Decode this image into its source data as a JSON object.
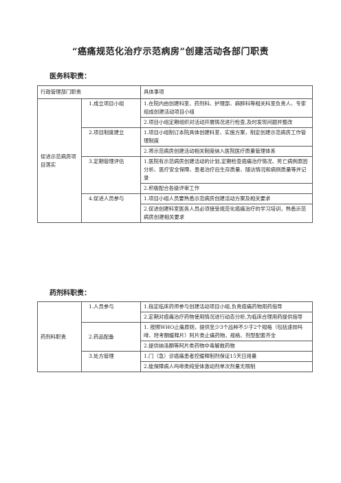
{
  "title": "“癌痛规范化治疗示范病房”创建活动各部门职责",
  "section1": "医务科职责：",
  "table1": {
    "header": [
      "行政管理部门职责",
      "具体事项"
    ],
    "dept": "促进示范病房项目落实",
    "groups": [
      {
        "task": "1.成立项目小组",
        "items": [
          "1.在院内由创建科室、药剂科、护理部、麻醉科等相关科室负责人、专家组成创建活动项目小组",
          "2.项目小组定期组织对活动开展情况进行检查,及时发现问题并整改"
        ]
      },
      {
        "task": "2.项目制度建立",
        "items": [
          "1.项目小组制订本院具体创建科室、实施方案，制定创建示范病房工作管理制度",
          "2.将示范病房创建活动相关制度纳入医院医疗质量管理体系"
        ]
      },
      {
        "task": "3.定期管理评估",
        "items": [
          "1.医院有示范病房创建活动的计划,定期检查癌痛治疗情况、死亡病例原因分析、医疗安全保障、患者治疗后生存质量、随访情况和病例质量等并记录",
          "2.积极配合各级评审工作"
        ]
      },
      {
        "task": "4.促进人员参与",
        "items": [
          "1.项目小组人员要熟悉示范病房创建活动方案及相关要求",
          "2.促进创建科室医务人员必须接受规范化癌痛治疗的学习培训，熟悉示范病房创建相关要求"
        ]
      }
    ]
  },
  "section2": "药剂科职责：",
  "table2": {
    "dept": "药剂科职责",
    "groups": [
      {
        "task": "1.人员参与",
        "items": [
          "1.指定临床药师参与创建活动项目小组,负责癌痛药物用药指导",
          "2.定期对癌痛治疗药物使用情况进行动态分析,为临床合理用药提供指导"
        ]
      },
      {
        "task": "2.药品配备",
        "items": [
          "1. 按照WHO止痛原则，提供至少3个品种不少于2个规格（包括速效吗啡、羟考酮缓释片）阿片类止痛药物，规格、剂型配套齐全",
          "2.提供纳洛酮等阿片类药物中毒解救药物"
        ]
      },
      {
        "task": "3.处方管理",
        "items": [
          "1.门（急）诊癌痛患者控缓释制剂保证15天日用量",
          "2.能保障病人吗啡类纯受体激动剂单次剂量无限制"
        ]
      }
    ]
  }
}
